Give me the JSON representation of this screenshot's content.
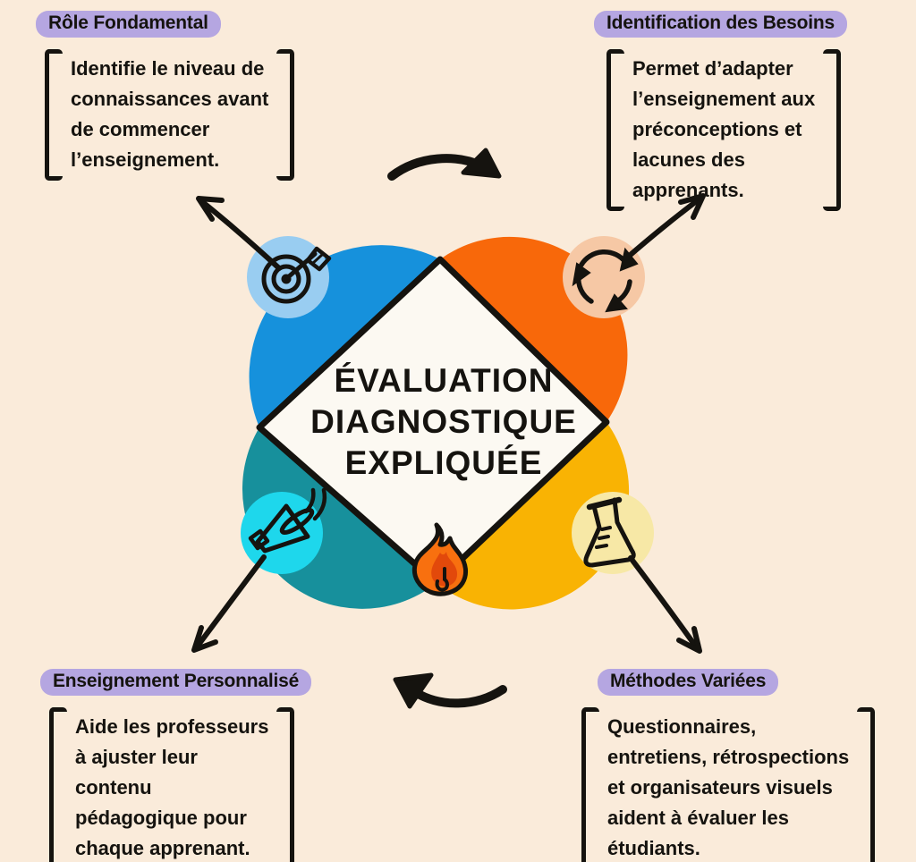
{
  "title": "Évaluation Diagnostique Expliquée",
  "colors": {
    "background": "#FAEBDA",
    "highlight": "#B5A6E1",
    "ink": "#15130F",
    "blue": "#1691DC",
    "light_blue": "#99CDF1",
    "orange": "#F8680A",
    "light_orange": "#F6C8A5",
    "teal": "#17909C",
    "cyan": "#1ED7EC",
    "yellow": "#F9B303",
    "light_yellow": "#F7E8A6",
    "diamond_fill": "#FCF9F2",
    "flame_orange": "#F8700F",
    "flame_dark_orange": "#E2490B"
  },
  "center": {
    "title_lines": [
      "Évaluation",
      "Diagnostique",
      "Expliquée"
    ]
  },
  "sections": {
    "top_left": {
      "title": "Rôle Fondamental",
      "icon": "target-icon",
      "body": "Identifie le niveau de\nconnaissances avant\nde commencer\nl’enseignement."
    },
    "top_right": {
      "title": "Identification des Besoins",
      "icon": "recycle-icon",
      "body": "Permet d’adapter\nl’enseignement aux\npréconceptions et\nlacunes des\napprenants."
    },
    "bottom_left": {
      "title": "Enseignement Personnalisé",
      "icon": "megaphone-icon",
      "body": "Aide les professeurs\nà ajuster leur\ncontenu\npédagogique pour\nchaque apprenant."
    },
    "bottom_right": {
      "title": "Méthodes Variées",
      "icon": "flask-icon",
      "body": "Questionnaires,\nentretiens, rétrospections\net organisateurs visuels\naident à évaluer les\nétudiants."
    }
  }
}
